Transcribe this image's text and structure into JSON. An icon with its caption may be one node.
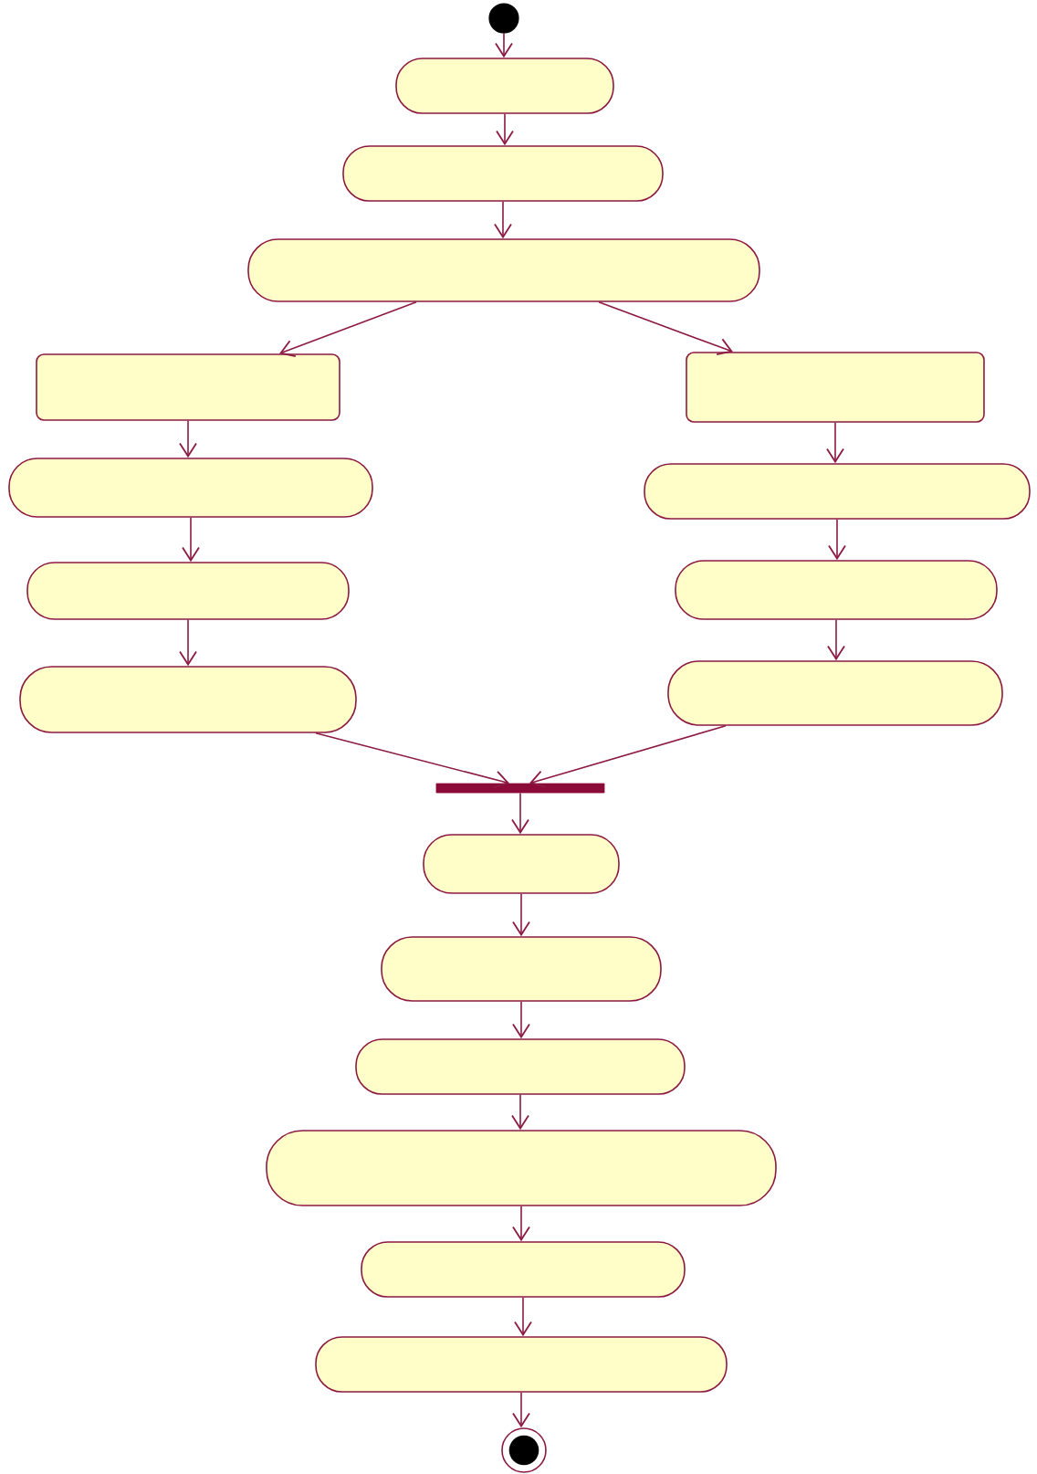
{
  "diagram": {
    "nodes": [
      {
        "text": [],
        "shape": "circle"
      },
      {
        "text": [],
        "shape": "pill"
      },
      {
        "text": [],
        "shape": "pill"
      },
      {
        "text": [],
        "shape": "pill"
      },
      {
        "text": [],
        "shape": "box"
      },
      {
        "text": [],
        "shape": "box"
      },
      {
        "text": [],
        "shape": "pill"
      },
      {
        "text": [],
        "shape": "pill"
      },
      {
        "text": [],
        "shape": "pill"
      },
      {
        "text": [],
        "shape": "pill"
      },
      {
        "text": [],
        "shape": "pill"
      },
      {
        "text": [],
        "shape": "pill"
      },
      {
        "text": [],
        "shape": "bar"
      },
      {
        "text": [],
        "shape": "pill"
      },
      {
        "text": [],
        "shape": "pill"
      },
      {
        "text": [],
        "shape": "pill"
      },
      {
        "text": [],
        "shape": "pill"
      },
      {
        "text": [],
        "shape": "pill"
      },
      {
        "text": [],
        "shape": "pill"
      },
      {
        "text": [],
        "shape": "bullseye"
      }
    ],
    "edges": [
      {
        "from": 0,
        "to": 1,
        "arrow": "to"
      },
      {
        "from": 1,
        "to": 2,
        "arrow": "to"
      },
      {
        "from": 2,
        "to": 3,
        "arrow": "to"
      },
      {
        "from": 3,
        "to": 4,
        "arrow": "to"
      },
      {
        "from": 3,
        "to": 5,
        "arrow": "to"
      },
      {
        "from": 4,
        "to": 6,
        "arrow": "to"
      },
      {
        "from": 6,
        "to": 8,
        "arrow": "to"
      },
      {
        "from": 8,
        "to": 10,
        "arrow": "to"
      },
      {
        "from": 5,
        "to": 7,
        "arrow": "to"
      },
      {
        "from": 7,
        "to": 9,
        "arrow": "to"
      },
      {
        "from": 9,
        "to": 11,
        "arrow": "to"
      },
      {
        "from": 10,
        "to": 12,
        "arrow": "to"
      },
      {
        "from": 11,
        "to": 12,
        "arrow": "to"
      },
      {
        "from": 12,
        "to": 13,
        "arrow": "to"
      },
      {
        "from": 13,
        "to": 14,
        "arrow": "to"
      },
      {
        "from": 14,
        "to": 15,
        "arrow": "to"
      },
      {
        "from": 15,
        "to": 16,
        "arrow": "to"
      },
      {
        "from": 16,
        "to": 17,
        "arrow": "to"
      },
      {
        "from": 17,
        "to": 18,
        "arrow": "to"
      },
      {
        "from": 18,
        "to": 19,
        "arrow": "to"
      }
    ]
  }
}
